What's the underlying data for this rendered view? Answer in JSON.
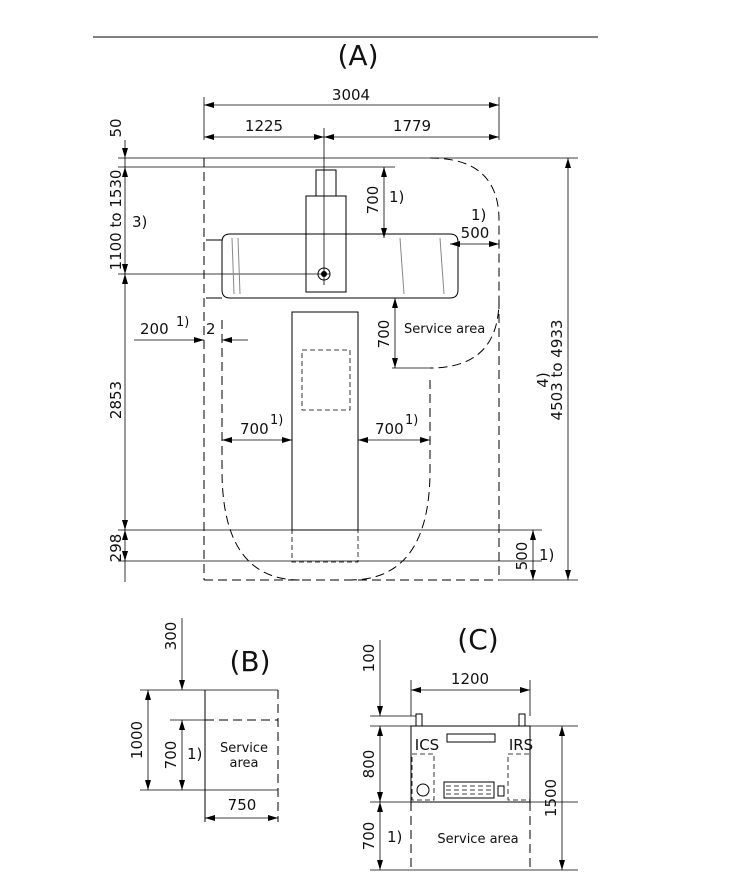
{
  "views": {
    "a": {
      "title": "(A)",
      "overall_width": "3004",
      "left_width": "1225",
      "right_width": "1779",
      "top_offset": "50",
      "top_range": "1100 to 1530",
      "note_3": "3)",
      "dim_700_top": "700",
      "note_1_top": "1)",
      "note_1_side": "1)",
      "dim_500_side": "500",
      "dim_200": "200",
      "note_200": "1)",
      "note_2": "2",
      "dim_700_service": "700",
      "service_area": "Service area",
      "dim_2853": "2853",
      "dim_700_left": "700",
      "note_700_left": "1)",
      "dim_700_right": "700",
      "note_700_right": "1)",
      "note_4": "4)",
      "total_range": "4503 to 4933",
      "dim_298": "298",
      "dim_500_bottom": "500",
      "note_500_bottom": "1)"
    },
    "b": {
      "title": "(B)",
      "dim_300": "300",
      "dim_1000": "1000",
      "dim_700": "700",
      "note_1": "1)",
      "service_line1": "Service",
      "service_line2": "area",
      "dim_750": "750"
    },
    "c": {
      "title": "(C)",
      "dim_100": "100",
      "dim_1200": "1200",
      "label_ics": "ICS",
      "label_irs": "IRS",
      "dim_800": "800",
      "dim_1500": "1500",
      "dim_700": "700",
      "note_1": "1)",
      "service_area": "Service area"
    }
  }
}
